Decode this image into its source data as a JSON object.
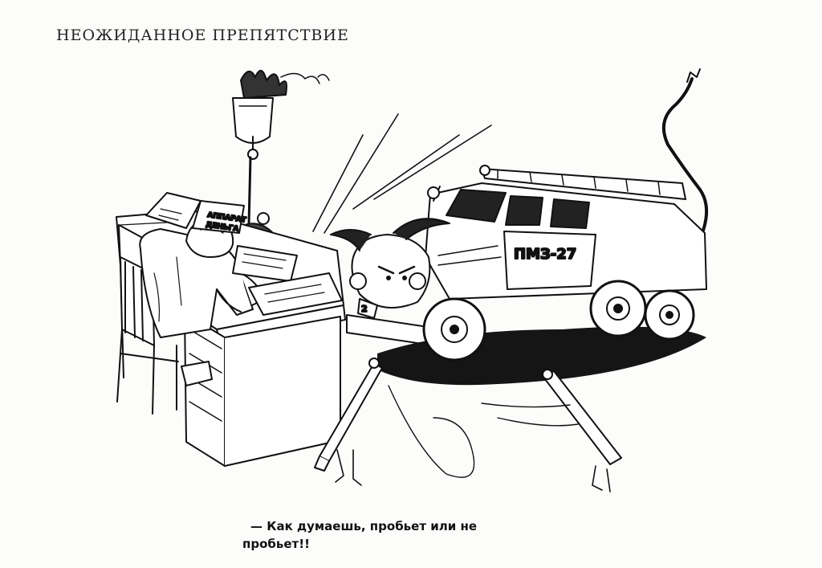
{
  "title": "НЕОЖИДАННОЕ ПРЕПЯТСТВИЕ",
  "book": {
    "title_line1": "АППАРАТ",
    "title_line2": "ДЕНЬГА"
  },
  "truck": {
    "plate": "ПМЗ-27",
    "front_number": "2"
  },
  "caption": {
    "line1": "— Как думаешь, пробьет или не",
    "line2": "пробьет!!"
  },
  "colors": {
    "ink": "#111111",
    "paper": "#fcfcfb"
  }
}
